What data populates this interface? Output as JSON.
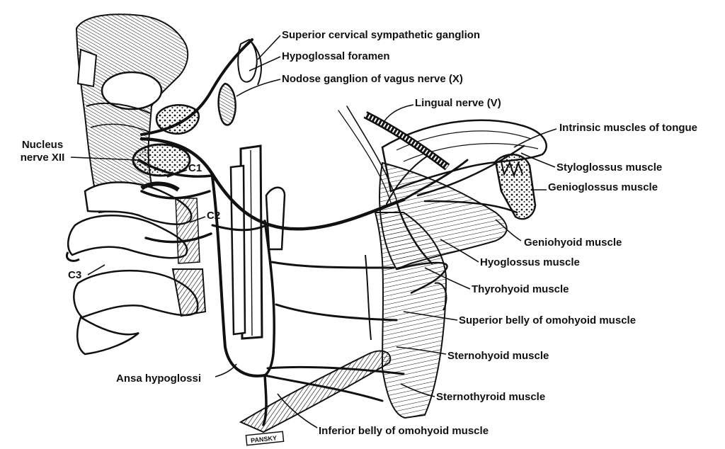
{
  "labels": {
    "superior_cervical_ganglion": "Superior cervical sympathetic ganglion",
    "hypoglossal_foramen": "Hypoglossal foramen",
    "nodose_ganglion": "Nodose ganglion of vagus nerve (X)",
    "lingual_nerve": "Lingual nerve (V)",
    "intrinsic_muscles": "Intrinsic muscles of tongue",
    "styloglossus": "Styloglossus muscle",
    "genioglossus": "Genioglossus muscle",
    "geniohyoid": "Geniohyoid muscle",
    "hyoglossus": "Hyoglossus muscle",
    "thyrohyoid": "Thyrohyoid muscle",
    "superior_belly_omohyoid": "Superior belly of omohyoid muscle",
    "sternohyoid": "Sternohyoid muscle",
    "sternothyroid": "Sternothyroid muscle",
    "inferior_belly_omohyoid": "Inferior belly of omohyoid muscle",
    "ansa_hypoglossi": "Ansa hypoglossi",
    "nucleus_line1": "Nucleus",
    "nucleus_line2": "nerve XII",
    "c1": "C1",
    "c2": "C2",
    "c3": "C3"
  },
  "signature": "PANSKY",
  "colors": {
    "ink": "#111111",
    "paper": "#ffffff"
  }
}
